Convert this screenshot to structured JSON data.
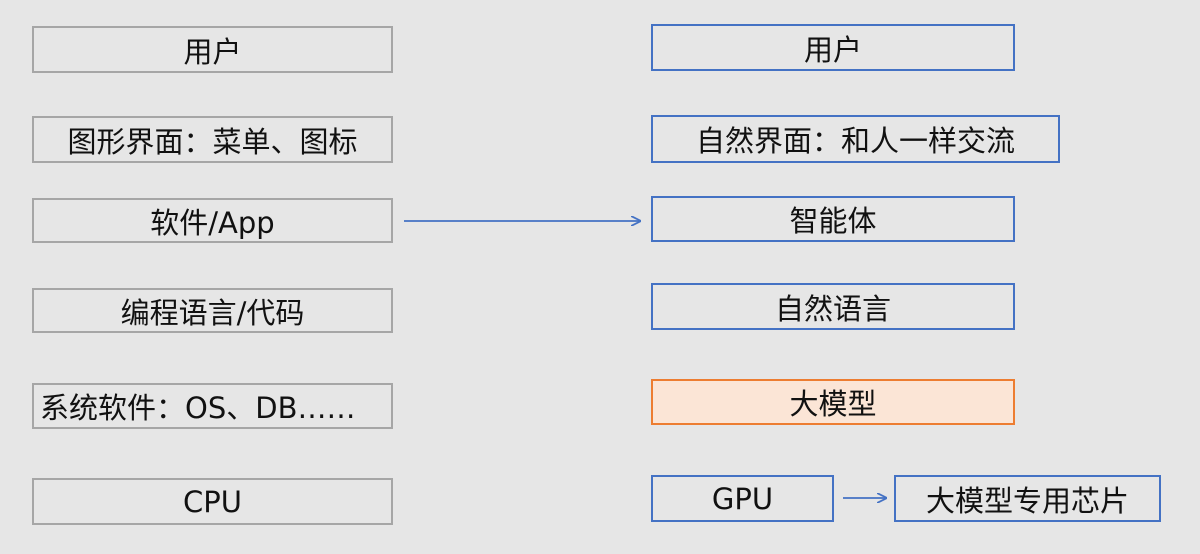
{
  "left_column": [
    "用户",
    "图形界面：菜单、图标",
    "软件/App",
    "编程语言/代码",
    "系统软件：OS、DB……",
    "CPU"
  ],
  "right_column": [
    "用户",
    "自然界面：和人一样交流",
    "智能体",
    "自然语言",
    "大模型",
    "GPU"
  ],
  "extra_box": "大模型专用芯片",
  "colors": {
    "background": "#e6e6e6",
    "left_border": "#a6a6a6",
    "right_border": "#4472c4",
    "highlight_border": "#ed7d31",
    "highlight_fill": "#fbe5d6",
    "arrow": "#4472c4"
  }
}
